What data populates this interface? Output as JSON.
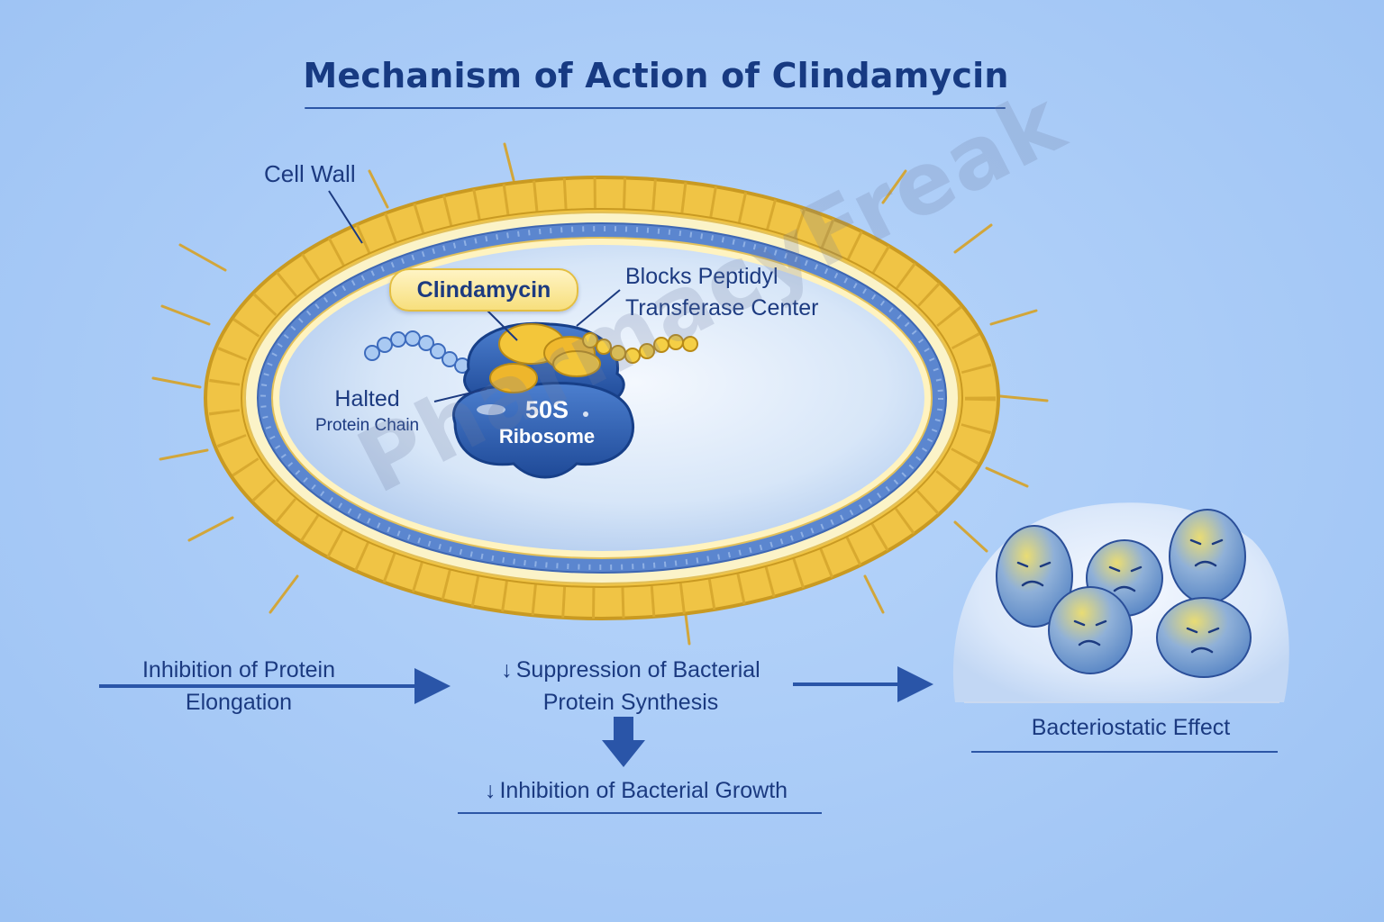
{
  "title": "Mechanism of Action of Clindamycin",
  "labels": {
    "cell_wall": "Cell Wall",
    "drug": "Clindamycin",
    "blocks_line1": "Blocks Peptidyl",
    "blocks_line2": "Transferase Center",
    "halted_line1": "Halted",
    "halted_line2": "Protein Chain",
    "ribosome_line1": "50S",
    "ribosome_line2": "Ribosome"
  },
  "watermark": "PharmacyFreak",
  "flow": {
    "step1_line1": "Inhibition of Protein",
    "step1_line2": "Elongation",
    "step2_arrow": "↓",
    "step2_line1": "Suppression of Bacterial",
    "step2_line2": "Protein Synthesis",
    "step3_arrow": "↓",
    "step3_text": "Inhibition of Bacterial Growth",
    "effect": "Bacteriostatic Effect"
  },
  "colors": {
    "background": "#a9cbf7",
    "cell_wall_yellow": "#f0c445",
    "membrane_blue": "#5b86cf",
    "ribosome_blue": "#2f5fb0",
    "drug_yellow": "#f3c63a",
    "text_navy": "#1c3a80"
  }
}
